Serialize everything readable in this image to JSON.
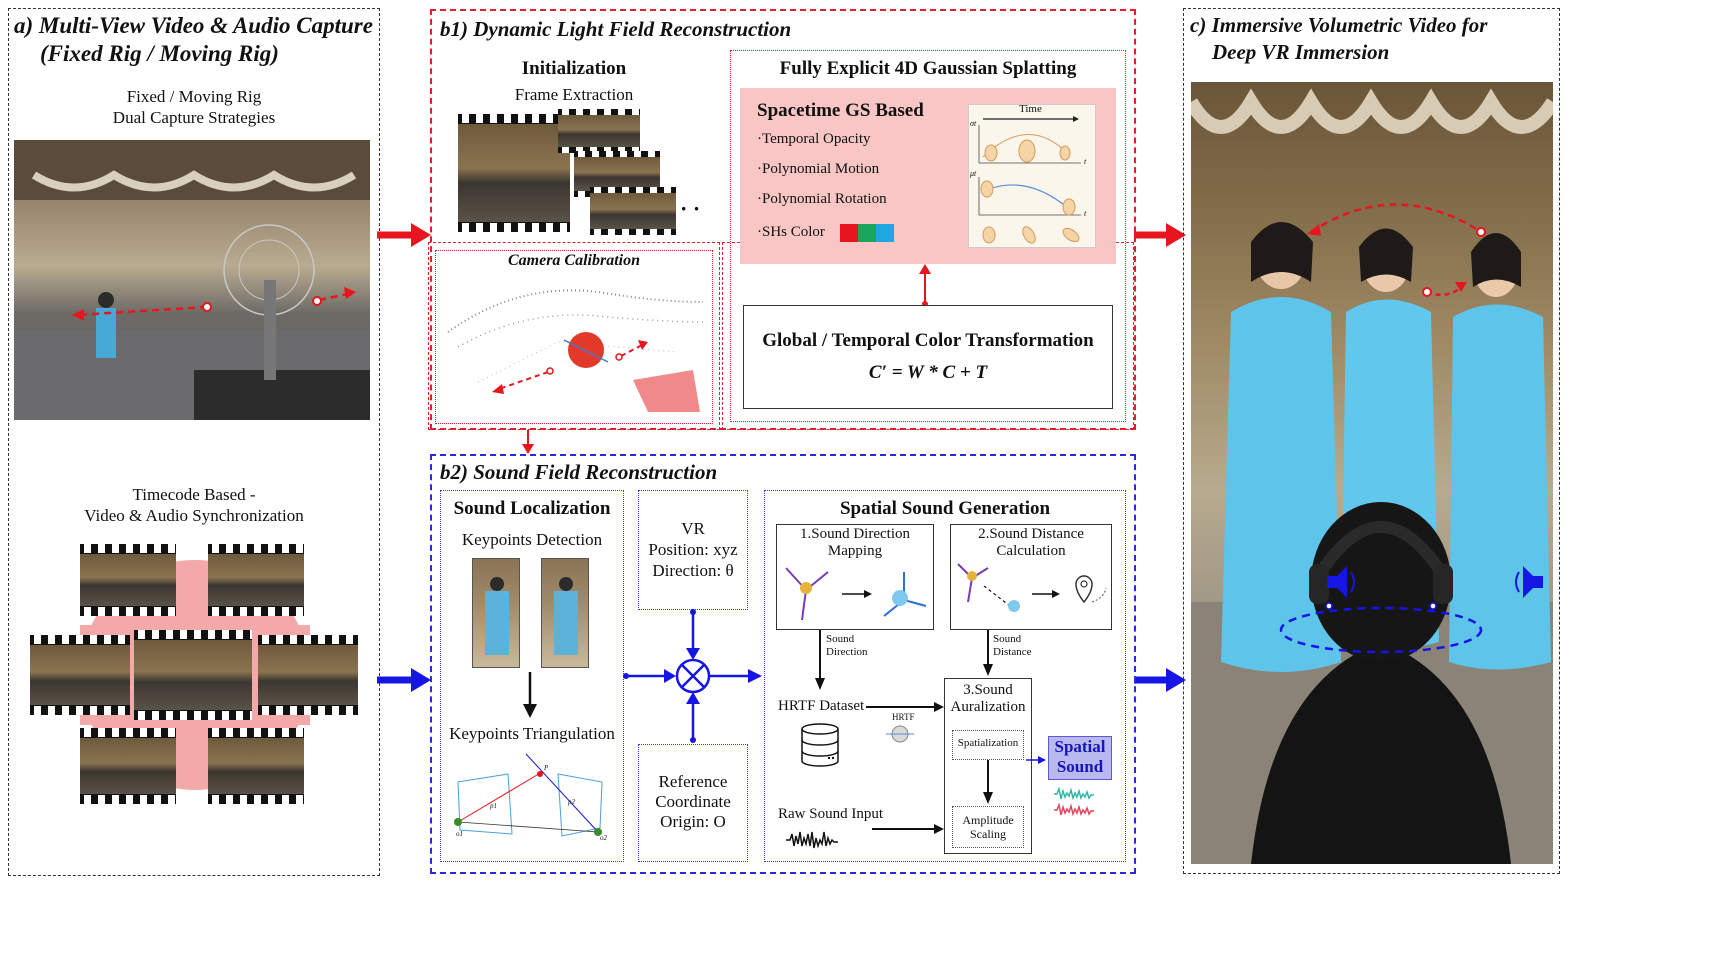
{
  "panel_a": {
    "title_line1": "a) Multi-View Video & Audio Capture",
    "title_line2": "(Fixed Rig / Moving Rig)",
    "rig_caption_line1": "Fixed / Moving Rig",
    "rig_caption_line2": "Dual Capture Strategies",
    "sync_caption_line1": "Timecode Based -",
    "sync_caption_line2": "Video & Audio Synchronization"
  },
  "panel_b1": {
    "title": "b1) Dynamic Light Field Reconstruction",
    "init_title": "Initialization",
    "frame_extraction": "Frame Extraction",
    "ellipsis": "· ·",
    "camera_calibration": "Camera Calibration",
    "gs_title": "Fully Explicit 4D Gaussian Splatting",
    "spacetime_title": "Spacetime GS Based",
    "features": [
      "·Temporal Opacity",
      "·Polynomial Motion",
      "·Polynomial Rotation",
      "·SHs Color"
    ],
    "graph_time_label": "Time",
    "graph_sigma": "σt",
    "graph_mu": "μt",
    "graph_t": "t",
    "color_transform_title": "Global / Temporal Color Transformation",
    "formula": "C′ = W * C + T",
    "sh_colors": [
      "#e8141e",
      "#19a65a",
      "#1fa8e0"
    ]
  },
  "panel_b2": {
    "title": "b2) Sound Field Reconstruction",
    "sound_localization": "Sound Localization",
    "keypoints_detection": "Keypoints Detection",
    "keypoints_triangulation": "Keypoints Triangulation",
    "vr_line1": "VR",
    "vr_line2": "Position: xyz",
    "vr_line3": "Direction: θ",
    "ref_line1": "Reference",
    "ref_line2": "Coordinate",
    "ref_line3": "Origin: O",
    "spatial_sound_generation": "Spatial Sound Generation",
    "dir_mapping_line1": "1.Sound Direction",
    "dir_mapping_line2": "Mapping",
    "dist_calc_line1": "2.Sound Distance",
    "dist_calc_line2": "Calculation",
    "sound_direction_line1": "Sound",
    "sound_direction_line2": "Direction",
    "sound_distance_line1": "Sound",
    "sound_distance_line2": "Distance",
    "hrtf_dataset": "HRTF Dataset",
    "hrtf_small": "HRTF",
    "auralization_line1": "3.Sound",
    "auralization_line2": "Auralization",
    "spatialization": "Spatialization",
    "amplitude_line1": "Amplitude",
    "amplitude_line2": "Scaling",
    "spatial_sound_line1": "Spatial",
    "spatial_sound_line2": "Sound",
    "raw_sound_input": "Raw Sound Input",
    "tri_p": "P",
    "tri_p1": "p1",
    "tri_p2": "p2",
    "tri_o1": "o1",
    "tri_o2": "o2"
  },
  "panel_c": {
    "title_line1": "c) Immersive Volumetric Video for",
    "title_line2": "Deep VR Immersion"
  },
  "colors": {
    "red": "#e8141e",
    "blue": "#1515e6",
    "pink_panel": "#f9d4d4",
    "spatial_sound_box": "#b9b9ef"
  }
}
